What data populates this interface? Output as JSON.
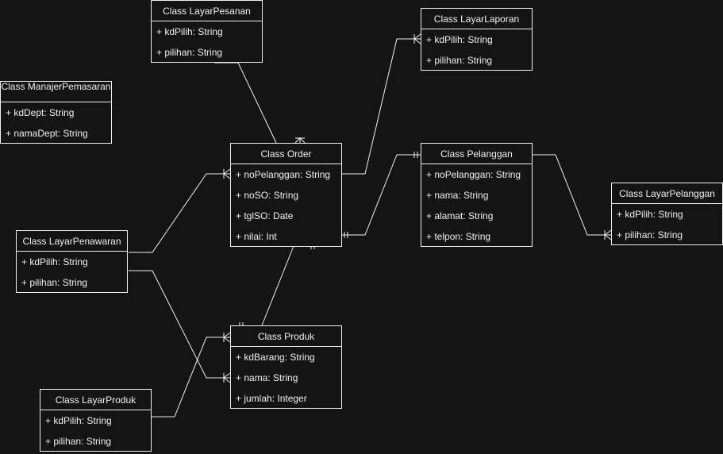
{
  "classes": {
    "layar_pesanan": {
      "title": "Class LayarPesanan",
      "attrs": [
        "+ kdPilih: String",
        "+ pilihan: String"
      ]
    },
    "layar_laporan": {
      "title": "Class LayarLaporan",
      "attrs": [
        "+ kdPilih: String",
        "+ pilihan: String"
      ]
    },
    "manajer_pemasaran": {
      "title": "Class ManajerPemasaran",
      "attrs": [
        "+ kdDept: String",
        "+ namaDept: String"
      ]
    },
    "order": {
      "title": "Class Order",
      "attrs": [
        "+ noPelanggan: String",
        "+ noSO: String",
        "+ tglSO: Date",
        "+ nilai: Int"
      ]
    },
    "pelanggan": {
      "title": "Class Pelanggan",
      "attrs": [
        "+ noPelanggan: String",
        "+ nama: String",
        "+ alamat: String",
        "+ telpon: String"
      ]
    },
    "layar_pelanggan": {
      "title": "Class LayarPelanggan",
      "attrs": [
        "+ kdPilih: String",
        "+ pilihan: String"
      ]
    },
    "layar_penawaran": {
      "title": "Class LayarPenawaran",
      "attrs": [
        "+ kdPilih: String",
        "+ pilihan: String"
      ]
    },
    "produk": {
      "title": "Class Produk",
      "attrs": [
        "+ kdBarang: String",
        "+ nama: String",
        "+ jumlah: Integer"
      ]
    },
    "layar_produk": {
      "title": "Class LayarProduk",
      "attrs": [
        "+ kdPilih: String",
        "+ pilihan: String"
      ]
    }
  },
  "colors": {
    "background": "#141414",
    "line": "#f0f0f0"
  }
}
